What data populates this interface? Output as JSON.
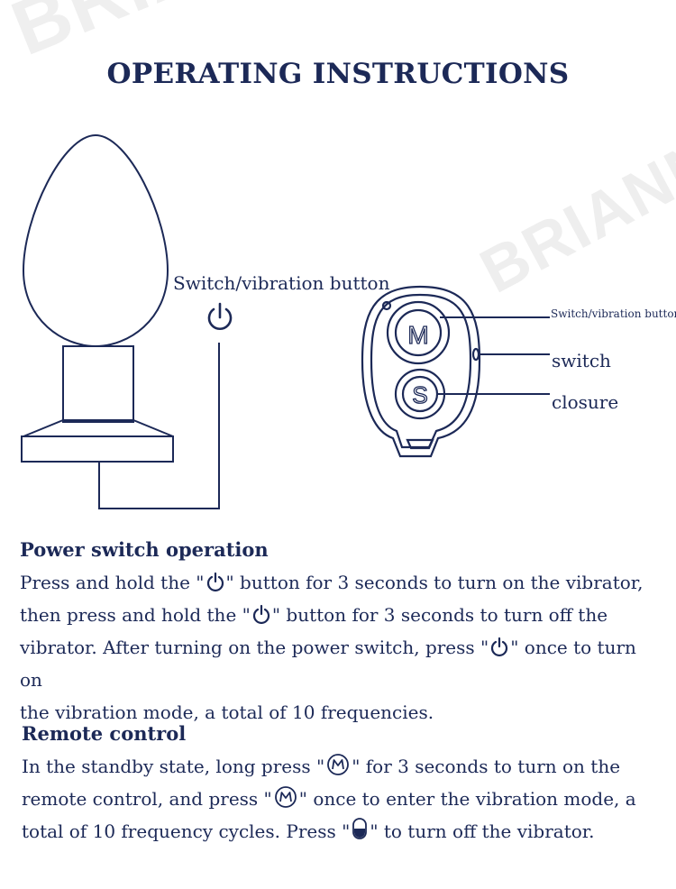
{
  "watermark": {
    "text_top": "BRIAN",
    "text_right": "BRIANNY"
  },
  "title": "OPERATING INSTRUCTIONS",
  "diagram": {
    "label_device_button": "Switch/vibration button",
    "label_remote_button": "Switch/vibration button",
    "label_switch": "switch",
    "label_closure": "closure",
    "remote_button_m": "M",
    "remote_button_s": "S"
  },
  "power_section": {
    "heading": "Power switch operation",
    "line1_a": "Press and hold the \"",
    "line1_b": "\" button for 3 seconds to turn on the vibrator,",
    "line2_a": "then press and hold the \"",
    "line2_b": "\" button for 3 seconds to turn off the",
    "line3_a": "vibrator. After turning on the power switch, press \"",
    "line3_b": "\" once to turn on",
    "line4": "the vibration mode, a total of 10 frequencies."
  },
  "remote_section": {
    "heading": "Remote control",
    "line1_a": "In the standby state, long press \"",
    "line1_b": "\" for 3 seconds to turn on the",
    "line2_a": "remote control, and press \"",
    "line2_b": "\" once to enter the vibration mode, a",
    "line3_a": "total of 10 frequency cycles. Press \"",
    "line3_b": "\" to turn off the vibrator."
  },
  "colors": {
    "ink": "#1c2957",
    "watermark": "#efefef",
    "background": "#ffffff"
  }
}
